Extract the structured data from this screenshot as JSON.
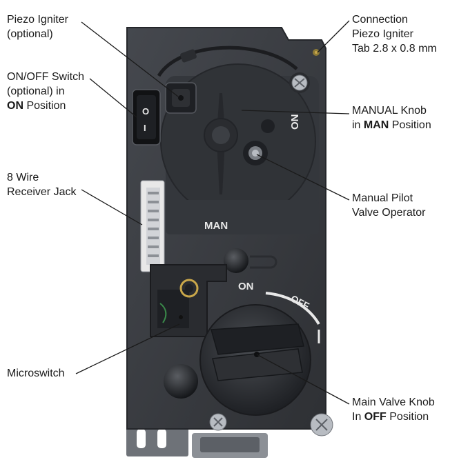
{
  "labels": {
    "piezo_igniter": {
      "line1": "Piezo Igniter",
      "line2": "(optional)"
    },
    "onoff_switch": {
      "line1": "ON/OFF Switch",
      "line2": "(optional) in",
      "line3_bold": "ON",
      "line3_rest": " Position"
    },
    "receiver_jack": {
      "line1": "8 Wire",
      "line2": "Receiver Jack"
    },
    "microswitch": {
      "line1": "Microswitch"
    },
    "connection": {
      "line1": "Connection",
      "line2": "Piezo Igniter",
      "line3": "Tab 2.8 x 0.8 mm"
    },
    "manual_knob": {
      "line1": "MANUAL Knob",
      "line2_pre": "in ",
      "line2_bold": "MAN",
      "line2_post": " Position"
    },
    "pilot_valve": {
      "line1": "Manual Pilot",
      "line2": "Valve Operator"
    },
    "main_valve": {
      "line1": "Main Valve Knob",
      "line2_pre": "In ",
      "line2_bold": "OFF",
      "line2_post": " Position"
    }
  },
  "device_text": {
    "man": "MAN",
    "on_dial": "ON",
    "on_main": "ON",
    "off_main": "OFF",
    "switch_on": "O",
    "switch_off": "I"
  },
  "colors": {
    "body": "#3a3d42",
    "body_light": "#55585e",
    "knob": "#2a2c30",
    "connector": "#e8e8e8",
    "screw": "#b8bcc2",
    "brass": "#c9a74a",
    "leader": "#1a1a1a"
  }
}
